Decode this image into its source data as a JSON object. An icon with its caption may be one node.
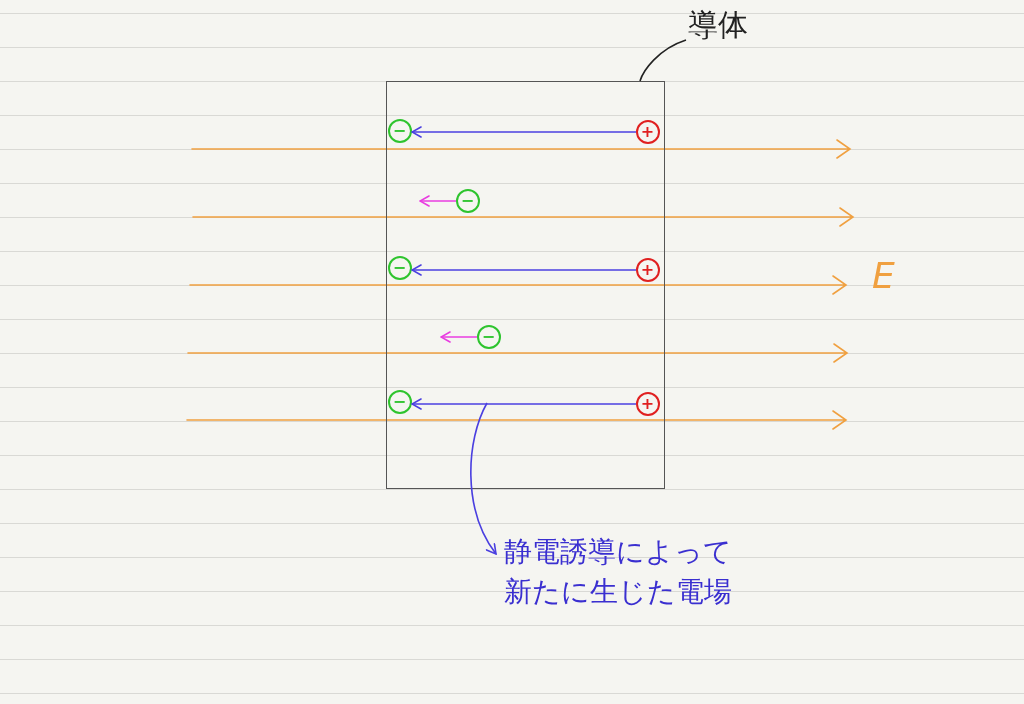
{
  "diagram": {
    "nodes": [
      {
        "text": [],
        "shape": "box"
      },
      {
        "text": [
          "導体"
        ]
      },
      {
        "text": [
          "−"
        ],
        "in": 0
      },
      {
        "text": [
          "+"
        ],
        "in": 0
      },
      {
        "text": [
          "−"
        ],
        "in": 0
      },
      {
        "text": [
          "−"
        ],
        "in": 0
      },
      {
        "text": [
          "+"
        ],
        "in": 0
      },
      {
        "text": [
          "−"
        ],
        "in": 0
      },
      {
        "text": [
          "−"
        ],
        "in": 0
      },
      {
        "text": [
          "+"
        ],
        "in": 0
      },
      {
        "text": [
          "静電誘導によって新たに生じた電場"
        ]
      }
    ],
    "edges": [
      {
        "from": 1,
        "to": 0,
        "arrow": "none",
        "color": "#222222"
      },
      {
        "from": 3,
        "to": 2,
        "arrow": "to"
      },
      {
        "from": 4,
        "to": null,
        "arrow": "to",
        "color": "#e83ce0"
      },
      {
        "from": 6,
        "to": 5,
        "arrow": "to"
      },
      {
        "from": 7,
        "to": null,
        "arrow": "to",
        "color": "#e83ce0"
      },
      {
        "from": 9,
        "to": 8,
        "arrow": "to"
      },
      {
        "from": null,
        "to": 10,
        "arrow": "to"
      }
    ],
    "labels": [
      "E"
    ]
  }
}
